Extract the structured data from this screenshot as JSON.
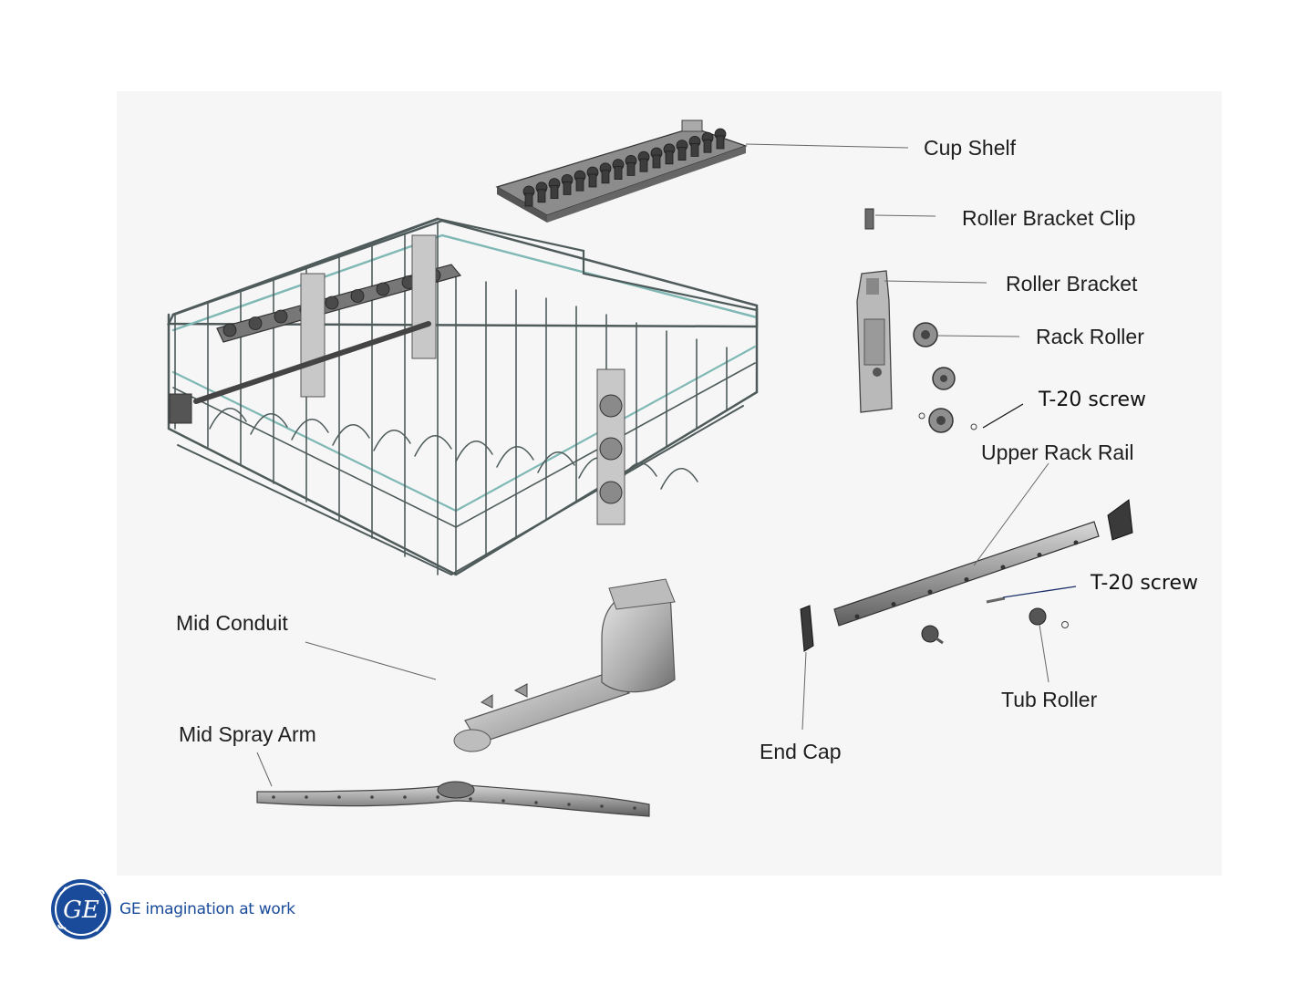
{
  "labels": {
    "cup_shelf": "Cup Shelf",
    "roller_bracket_clip": "Roller Bracket Clip",
    "roller_bracket": "Roller Bracket",
    "rack_roller": "Rack Roller",
    "t20_screw_upper": "T-20 screw",
    "upper_rack_rail": "Upper Rack Rail",
    "t20_screw_lower": "T-20 screw",
    "tub_roller": "Tub Roller",
    "end_cap": "End Cap",
    "mid_conduit": "Mid Conduit",
    "mid_spray_arm": "Mid Spray Arm"
  },
  "branding": {
    "logo_text": "GE",
    "tagline": "GE imagination at work"
  },
  "colors": {
    "panel": "#f6f6f6",
    "wire": "#4f5b5b",
    "wire_teal": "#7fb8b4",
    "part_dark": "#3a3a3a",
    "part_gray": "#9a9a9a",
    "brand_blue": "#1a4b9b"
  }
}
